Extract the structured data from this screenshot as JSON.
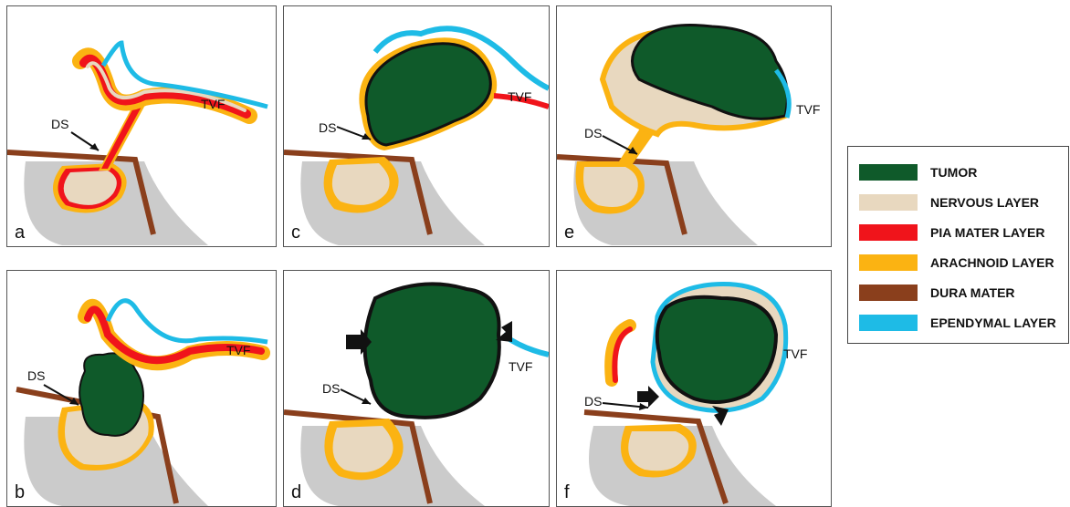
{
  "panels": [
    {
      "id": "a",
      "label": "a",
      "ds_label": "DS",
      "tvf_label": "TVF"
    },
    {
      "id": "b",
      "label": "b",
      "ds_label": "DS",
      "tvf_label": "TVF"
    },
    {
      "id": "c",
      "label": "c",
      "ds_label": "DS",
      "tvf_label": "TVF"
    },
    {
      "id": "d",
      "label": "d",
      "ds_label": "DS",
      "tvf_label": "TVF"
    },
    {
      "id": "e",
      "label": "e",
      "ds_label": "DS",
      "tvf_label": "TVF"
    },
    {
      "id": "f",
      "label": "f",
      "ds_label": "DS",
      "tvf_label": "TVF"
    }
  ],
  "legend": {
    "items": [
      {
        "label": "TUMOR",
        "color": "#0f5a2a"
      },
      {
        "label": "NERVOUS LAYER",
        "color": "#e8d8bf"
      },
      {
        "label": "PIA MATER LAYER",
        "color": "#f0141b"
      },
      {
        "label": "ARACHNOID LAYER",
        "color": "#fbb312"
      },
      {
        "label": "DURA MATER",
        "color": "#8a3f1c"
      },
      {
        "label": "EPENDYMAL LAYER",
        "color": "#1ebbe6"
      }
    ]
  },
  "colors": {
    "tumor": "#0f5a2a",
    "nervous": "#e8d8bf",
    "pia": "#f0141b",
    "arachnoid": "#fbb312",
    "dura": "#8a3f1c",
    "ependymal": "#1ebbe6",
    "bone": "#a9a9a9"
  }
}
